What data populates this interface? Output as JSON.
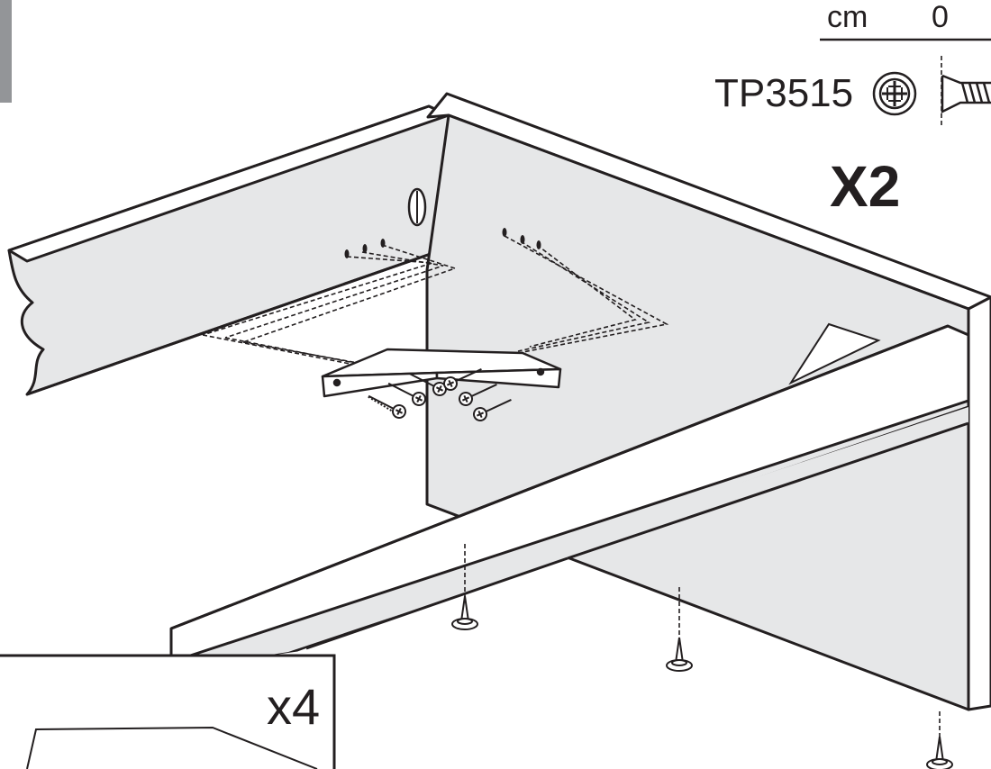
{
  "hardware": {
    "ruler_unit": "cm",
    "ruler_zero": "0",
    "part_code": "TP3515",
    "drive_icon": "phillips-drive-icon",
    "screw_icon": "screw-profile-icon",
    "quantity": "X2"
  },
  "inset": {
    "quantity": "x4"
  },
  "colors": {
    "ink": "#231f20",
    "panel_fill": "#e6e7e8",
    "edge_fill": "#d1d3d4",
    "paper": "#ffffff"
  }
}
